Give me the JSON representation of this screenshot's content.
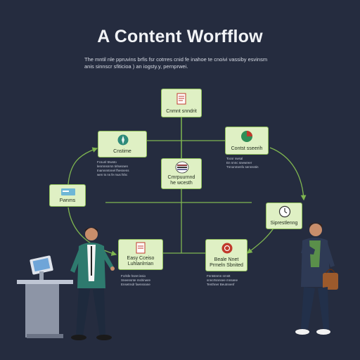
{
  "header": {
    "title": "A Content Worfflow",
    "subtitle": "The mntil nle ppruvins brfis fsr cotrres cnid fe inahoe te cnoivi vassiby esvinsm anis sinnscr sfiticioa ) an iogsty.y, pernprwei."
  },
  "nodes": {
    "content_request": {
      "label": "Cnmnt snndrit",
      "icon": "document-icon"
    },
    "outline": {
      "label": "Cnstime",
      "icon": "compass-icon"
    },
    "content_research": {
      "label": "Contst sseerih",
      "icon": "pie-chart-icon"
    },
    "compound": {
      "label": "Cmrpuurnnd\nhe wcesth",
      "icon": "stack-icon"
    },
    "publish": {
      "label": "Fwnms",
      "icon": "card-icon"
    },
    "scheduling": {
      "label": "Siprestlenng",
      "icon": "clock-icon"
    },
    "copy": {
      "label": "Easy Cceiso\nLuhlanlrrian",
      "icon": "paper-icon"
    },
    "review": {
      "label": "Beale Nnet\nPrmeln Sbnited",
      "icon": "alert-circle-icon"
    }
  },
  "notes": {
    "outline": "Fcsunl ttrwsto\nlenrnnsnrsn tirlsesnen\ntnamnmtnnel fhesnens\nwen ts ns fe mus fshc",
    "content_research": "Tocsr swsal\nEn nnnc snewreer\nTnnonmenfo sennsstin",
    "copy": "Fcrlsfe hsret issio\nSneensnte mslrinwre\nEnsetrndr faensnane",
    "review": "Fnntstnmn srnstt\nsnncrtsnnsee mnsane\nTenthner Beutnnenf"
  },
  "colors": {
    "background": "#252c3f",
    "node_fill": "#dff0c4",
    "node_border": "#8fbf5a",
    "connector": "#7fb650",
    "title": "#f1f3f6"
  }
}
